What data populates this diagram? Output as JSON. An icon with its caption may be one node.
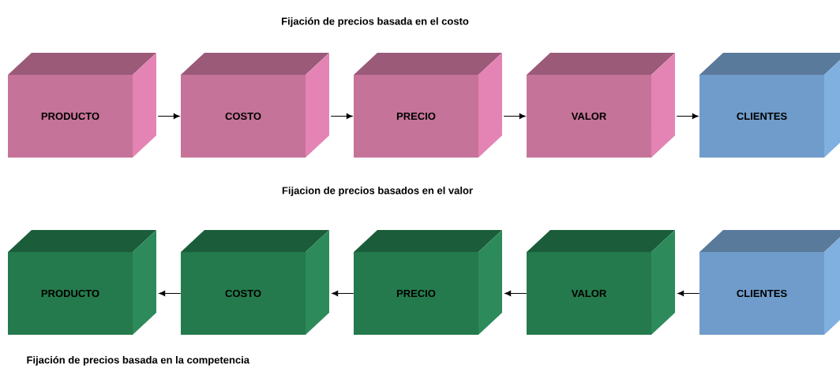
{
  "diagram": {
    "nodes": [
      {
        "text": [
          "PRODUCTO"
        ]
      },
      {
        "text": [
          "COSTO"
        ]
      },
      {
        "text": [
          "PRECIO"
        ]
      },
      {
        "text": [
          "VALOR"
        ]
      },
      {
        "text": [
          "CLIENTES"
        ]
      },
      {
        "text": [
          "PRODUCTO"
        ]
      },
      {
        "text": [
          "COSTO"
        ]
      },
      {
        "text": [
          "PRECIO"
        ]
      },
      {
        "text": [
          "VALOR"
        ]
      },
      {
        "text": [
          "CLIENTES"
        ]
      }
    ],
    "edges": [
      {
        "from": 0,
        "to": 1,
        "arrow": "to"
      },
      {
        "from": 1,
        "to": 2,
        "arrow": "to"
      },
      {
        "from": 2,
        "to": 3,
        "arrow": "to"
      },
      {
        "from": 3,
        "to": 4,
        "arrow": "to"
      },
      {
        "from": 9,
        "to": 8,
        "arrow": "to"
      },
      {
        "from": 8,
        "to": 7,
        "arrow": "to"
      },
      {
        "from": 7,
        "to": 6,
        "arrow": "to"
      },
      {
        "from": 6,
        "to": 5,
        "arrow": "to"
      }
    ],
    "labels": [
      "Fijación de precios basada en el costo",
      "Fijacion de precios basados en el valor",
      "Fijación de precios basada en la competencia"
    ]
  }
}
